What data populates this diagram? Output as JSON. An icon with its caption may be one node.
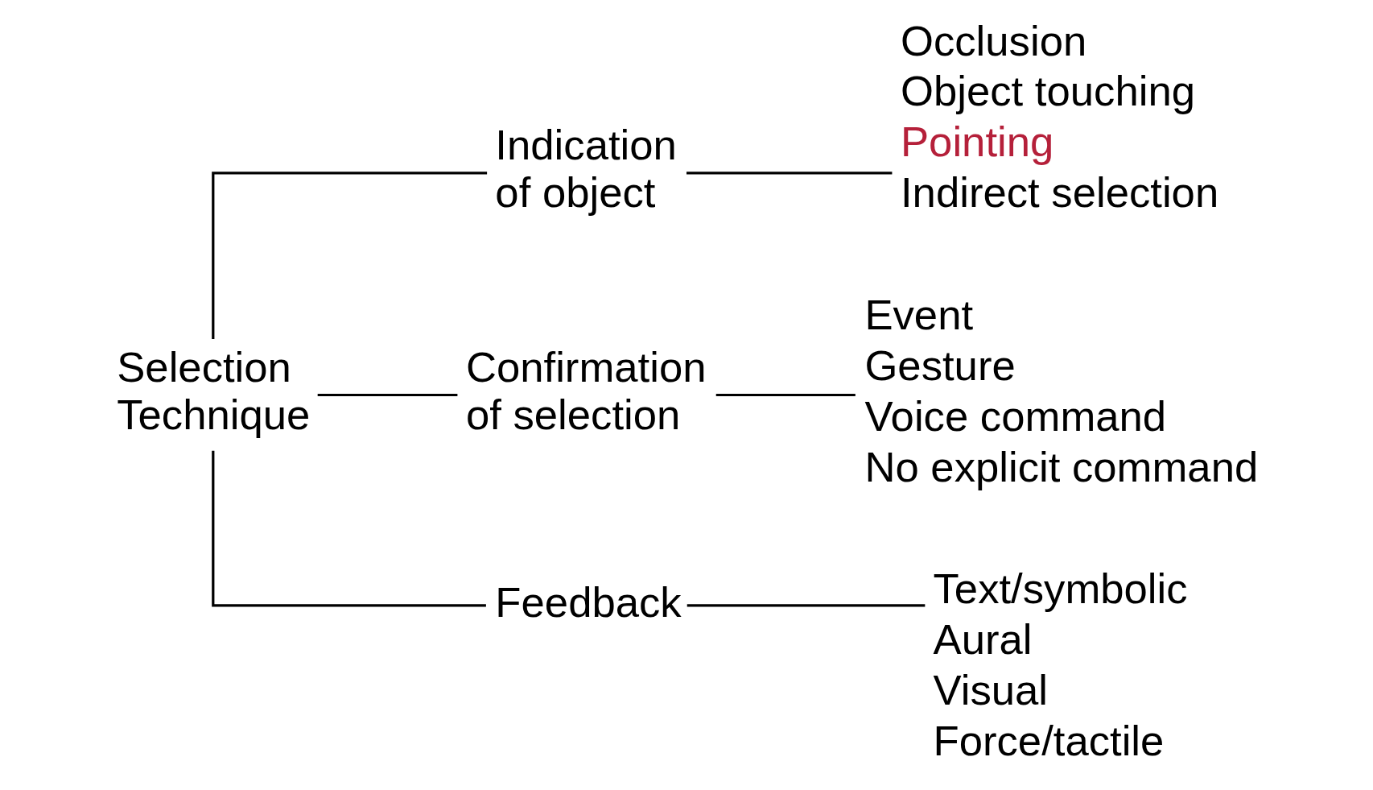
{
  "diagram": {
    "nodes": [
      {
        "text": [
          "Selection Technique"
        ]
      },
      {
        "text": [
          "Indication of object"
        ]
      },
      {
        "text": [
          "Confirmation of selection"
        ]
      },
      {
        "text": [
          "Feedback"
        ]
      },
      {
        "text": [
          "Occlusion",
          "Object touching",
          "Pointing",
          "Indirect selection"
        ]
      },
      {
        "text": [
          "Event",
          "Gesture",
          "Voice command",
          "No explicit command"
        ]
      },
      {
        "text": [
          "Text/symbolic",
          "Aural",
          "Visual",
          "Force/tactile"
        ]
      }
    ],
    "edges": [
      {
        "from": 0,
        "to": 1,
        "arrow": "none"
      },
      {
        "from": 0,
        "to": 2,
        "arrow": "none"
      },
      {
        "from": 0,
        "to": 3,
        "arrow": "none"
      },
      {
        "from": 1,
        "to": 4,
        "arrow": "none"
      },
      {
        "from": 2,
        "to": 5,
        "arrow": "none"
      },
      {
        "from": 3,
        "to": 6,
        "arrow": "none"
      }
    ]
  }
}
